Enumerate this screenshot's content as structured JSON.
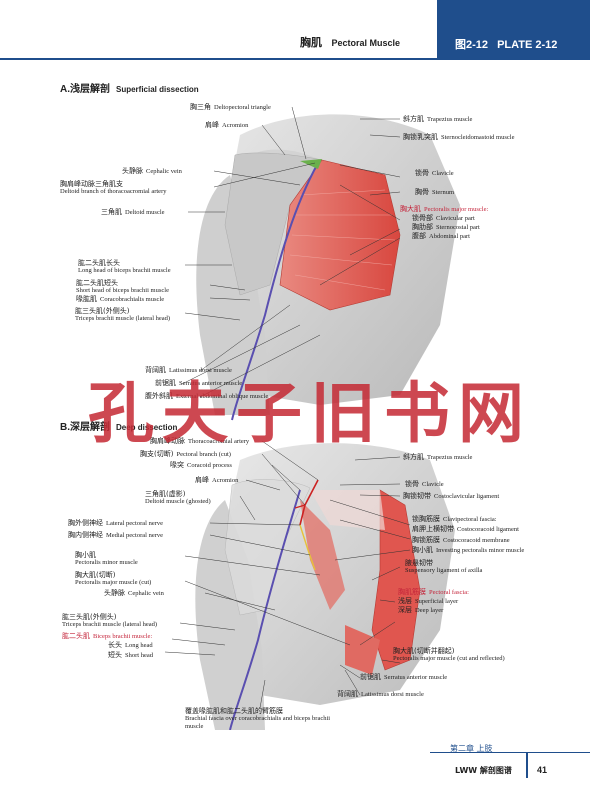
{
  "header": {
    "title_cn": "胸肌",
    "title_en": "Pectoral Muscle",
    "plate_cn": "图2-12",
    "plate_en": "PLATE 2-12"
  },
  "section_a": {
    "title_cn": "A.浅层解剖",
    "title_en": "Superficial dissection",
    "labels": [
      {
        "cn": "胸三角",
        "en": "Deltopectoral triangle"
      },
      {
        "cn": "肩峰",
        "en": "Acromion"
      },
      {
        "cn": "斜方肌",
        "en": "Trapezius muscle"
      },
      {
        "cn": "胸锁乳突肌",
        "en": "Sternocleidomastoid muscle"
      },
      {
        "cn": "头静脉",
        "en": "Cephalic vein"
      },
      {
        "cn": "胸肩峰动脉三角肌支",
        "en": "Deltoid branch of thoracoacromial artery"
      },
      {
        "cn": "锁骨",
        "en": "Clavicle"
      },
      {
        "cn": "胸骨",
        "en": "Sternum"
      },
      {
        "cn": "三角肌",
        "en": "Deltoid muscle"
      },
      {
        "cn": "胸大肌",
        "en": "Pectoralis major muscle:"
      },
      {
        "cn": "锁骨部",
        "en": "Clavicular part"
      },
      {
        "cn": "胸肋部",
        "en": "Sternocostal part"
      },
      {
        "cn": "腹部",
        "en": "Abdominal part"
      },
      {
        "cn": "肱二头肌长头",
        "en": "Long head of biceps brachii muscle"
      },
      {
        "cn": "肱二头肌短头",
        "en": "Short head of biceps brachii muscle"
      },
      {
        "cn": "喙肱肌",
        "en": "Coracobrachialis muscle"
      },
      {
        "cn": "肱三头肌(外侧头)",
        "en": "Triceps brachii muscle (lateral head)"
      },
      {
        "cn": "背阔肌",
        "en": "Latissimus dorsi muscle"
      },
      {
        "cn": "前锯肌",
        "en": "Serratus anterior muscle"
      },
      {
        "cn": "腹外斜肌",
        "en": "External abdominal oblique muscle"
      }
    ]
  },
  "section_b": {
    "title_cn": "B.深层解剖",
    "title_en": "Deep dissection",
    "labels": [
      {
        "cn": "胸肩峰动脉",
        "en": "Thoracoacromial artery"
      },
      {
        "cn": "胸支(切断)",
        "en": "Pectoral branch (cut)"
      },
      {
        "cn": "喙突",
        "en": "Coracoid process"
      },
      {
        "cn": "斜方肌",
        "en": "Trapezius muscle"
      },
      {
        "cn": "肩峰",
        "en": "Acromion"
      },
      {
        "cn": "锁骨",
        "en": "Clavicle"
      },
      {
        "cn": "三角肌(虚影)",
        "en": "Deltoid muscle (ghosted)"
      },
      {
        "cn": "胸锁韧带",
        "en": "Costoclavicular ligament"
      },
      {
        "cn": "胸外侧神经",
        "en": "Lateral pectoral nerve"
      },
      {
        "cn": "锁胸筋膜",
        "en": "Clavipectoral fascia:"
      },
      {
        "cn": "肩胛上横韧带",
        "en": "Costocoracoid ligament"
      },
      {
        "cn": "胸内侧神经",
        "en": "Medial pectoral nerve"
      },
      {
        "cn": "胸锁筋膜",
        "en": "Costocoracoid membrane"
      },
      {
        "cn": "胸小肌",
        "en": "Investing pectoralis minor muscle"
      },
      {
        "cn": "胸小肌",
        "en": "Pectoralis minor muscle"
      },
      {
        "cn": "腋悬韧带",
        "en": "Suspensory ligament of axilla"
      },
      {
        "cn": "胸大肌(切断)",
        "en": "Pectoralis major muscle (cut)"
      },
      {
        "cn": "头静脉",
        "en": "Cephalic vein"
      },
      {
        "cn": "胸肌筋膜",
        "en": "Pectoral fascia:"
      },
      {
        "cn": "浅层",
        "en": "Superficial layer"
      },
      {
        "cn": "深层",
        "en": "Deep layer"
      },
      {
        "cn": "肱三头肌(外侧头)",
        "en": "Triceps brachii muscle (lateral head)"
      },
      {
        "cn": "肱二头肌",
        "en": "Biceps brachii muscle:"
      },
      {
        "cn": "长头",
        "en": "Long head"
      },
      {
        "cn": "短头",
        "en": "Short head"
      },
      {
        "cn": "胸大肌(切断并翻起)",
        "en": "Pectoralis major muscle (cut and reflected)"
      },
      {
        "cn": "前锯肌",
        "en": "Serratus anterior muscle"
      },
      {
        "cn": "背阔肌",
        "en": "Latissimus dorsi muscle"
      },
      {
        "cn": "覆盖喙肱肌和肱二头肌的臂筋膜",
        "en": "Brachial fascia over coracobrachialis and biceps brachii muscle"
      }
    ]
  },
  "watermark": "孔夫子旧书网",
  "footer": {
    "chapter": "第二章  上肢",
    "book": "LWW 解剖图谱",
    "page": "41"
  },
  "colors": {
    "brand_blue": "#1f4e8c",
    "muscle_red": "#e0564f",
    "label_red": "#c4243a"
  }
}
